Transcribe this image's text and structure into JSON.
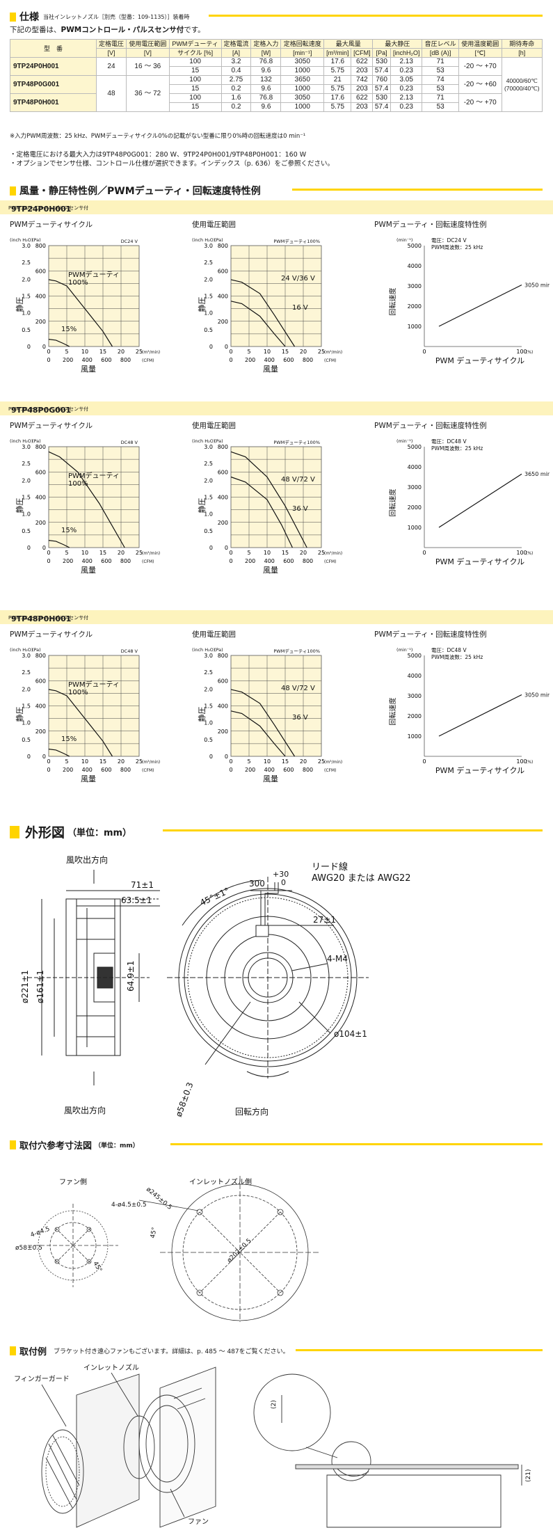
{
  "spec": {
    "title": "仕様",
    "subtitle": "当社インレットノズル［別売（型番：109-1135）］装着時",
    "intro_prefix": "下記の型番は、",
    "intro_highlight": "PWMコントロール・パルスセンサ付",
    "intro_suffix": "です。",
    "headers": {
      "model": "型　番",
      "rated_voltage": "定格電圧",
      "rated_voltage_unit": "[V]",
      "voltage_range": "使用電圧範囲",
      "voltage_range_unit": "[V]",
      "pwm_duty": "PWMデューティ",
      "pwm_duty_unit": "サイクル [%]",
      "current": "定格電流",
      "current_unit": "[A]",
      "input": "定格入力",
      "input_unit": "[W]",
      "speed": "定格回転速度",
      "speed_unit": "[min⁻¹]",
      "airflow": "最大風量",
      "airflow_unit1": "[m³/min]",
      "airflow_unit2": "[CFM]",
      "pressure": "最大静圧",
      "pressure_unit1": "[Pa]",
      "pressure_unit2": "[inchH₂O]",
      "noise": "音圧レベル",
      "noise_unit": "[dB (A)]",
      "temp": "使用温度範囲",
      "temp_unit": "[℃]",
      "life": "期待寿命",
      "life_unit": "[h]"
    },
    "rows": [
      {
        "model": "9TP24P0H001",
        "rated_voltage": "24",
        "voltage_range": "16 ～ 36",
        "temp": "-20 ～ +70",
        "sub": [
          {
            "duty": "100",
            "current": "3.2",
            "input": "76.8",
            "speed": "3050",
            "m3": "17.6",
            "cfm": "622",
            "pa": "530",
            "inch": "2.13",
            "db": "71"
          },
          {
            "duty": "15",
            "current": "0.4",
            "input": "9.6",
            "speed": "1000",
            "m3": "5.75",
            "cfm": "203",
            "pa": "57.4",
            "inch": "0.23",
            "db": "53"
          }
        ]
      },
      {
        "model": "9TP48P0G001",
        "rated_voltage": "48",
        "voltage_range": "36 ～ 72",
        "temp": "-20 ～ +60",
        "sub": [
          {
            "duty": "100",
            "current": "2.75",
            "input": "132",
            "speed": "3650",
            "m3": "21",
            "cfm": "742",
            "pa": "760",
            "inch": "3.05",
            "db": "74"
          },
          {
            "duty": "15",
            "current": "0.2",
            "input": "9.6",
            "speed": "1000",
            "m3": "5.75",
            "cfm": "203",
            "pa": "57.4",
            "inch": "0.23",
            "db": "53"
          }
        ]
      },
      {
        "model": "9TP48P0H001",
        "rated_voltage": "",
        "voltage_range": "",
        "temp": "-20 ～ +70",
        "sub": [
          {
            "duty": "100",
            "current": "1.6",
            "input": "76.8",
            "speed": "3050",
            "m3": "17.6",
            "cfm": "622",
            "pa": "530",
            "inch": "2.13",
            "db": "71"
          },
          {
            "duty": "15",
            "current": "0.2",
            "input": "9.6",
            "speed": "1000",
            "m3": "5.75",
            "cfm": "203",
            "pa": "57.4",
            "inch": "0.23",
            "db": "53"
          }
        ]
      }
    ],
    "life_line1": "40000/60℃",
    "life_line2": "(70000/40℃)",
    "footnote": "※入力PWM周波数：25 kHz、PWMデューティサイクル0%の記載がない型番に限り0%時の回転速度は0 min⁻¹",
    "note1": "・定格電圧における最大入力は9TP48P0G001：280 W、9TP24P0H001/9TP48P0H001：160 W",
    "note2": "・オプションでセンサ仕様、コントロール仕様が選択できます。インデックス（p. 636）をご参照ください。"
  },
  "curves": {
    "title": "風量・静圧特性例／PWMデューティ・回転速度特性例",
    "model_suffix": "PWMコントロール・パルスセンサ付",
    "col_label_pwm": "PWMデューティサイクル",
    "col_label_voltage": "使用電圧範囲",
    "col_label_speed": "PWMデューティ・回転速度特性例",
    "axis_static": "静圧",
    "axis_flow": "風量",
    "axis_speed": "回転速度",
    "axis_duty": "PWM デューティサイクル",
    "unit_inch": "(inch H₂O)",
    "unit_pa": "(Pa)",
    "unit_m3": "(m³/min)",
    "unit_cfm": "(CFM)",
    "unit_min": "(min⁻¹)",
    "unit_pct": "(%)",
    "label_pwm_duty": "PWMデューティ",
    "label_100": "100%",
    "label_15": "15%",
    "label_pwm_duty_100": "PWMデューティ100%",
    "pwm_freq": "PWM周波数：25 kHz",
    "sections": [
      {
        "model": "9TP24P0H001",
        "dc": "DC24 V",
        "volt_hi": "24 V/36 V",
        "volt_lo": "16 V",
        "voltage_text": "電圧：DC24 V",
        "speed_end": "3050 min⁻¹",
        "ylim_pa": 800,
        "ylim_inch": 3.0,
        "ylim_speed": 5000
      },
      {
        "model": "9TP48P0G001",
        "dc": "DC48 V",
        "volt_hi": "48 V/72 V",
        "volt_lo": "36 V",
        "voltage_text": "電圧：DC48 V",
        "speed_end": "3650 min⁻¹",
        "ylim_pa": 800,
        "ylim_inch": 3.0,
        "ylim_speed": 5000
      },
      {
        "model": "9TP48P0H001",
        "dc": "DC48 V",
        "volt_hi": "48 V/72 V",
        "volt_lo": "36 V",
        "voltage_text": "電圧：DC48 V",
        "speed_end": "3050 min⁻¹",
        "ylim_pa": 800,
        "ylim_inch": 3.0,
        "ylim_speed": 5000
      }
    ]
  },
  "chart_data": [
    {
      "type": "line",
      "title": "9TP24P0H001 PWMデューティサイクル",
      "xlabel": "風量",
      "ylabel": "静圧",
      "xlim": [
        0,
        25
      ],
      "ylim": [
        0,
        800
      ],
      "series": [
        {
          "name": "100%",
          "x": [
            0,
            2,
            5,
            10,
            15,
            17.6
          ],
          "values": [
            530,
            520,
            480,
            300,
            120,
            0
          ]
        },
        {
          "name": "15%",
          "x": [
            0,
            2,
            4,
            5.75
          ],
          "values": [
            57.4,
            50,
            25,
            0
          ]
        }
      ]
    },
    {
      "type": "line",
      "title": "9TP24P0H001 使用電圧範囲",
      "xlabel": "風量",
      "ylabel": "静圧",
      "xlim": [
        0,
        25
      ],
      "ylim": [
        0,
        800
      ],
      "series": [
        {
          "name": "24 V/36 V",
          "x": [
            0,
            3,
            8,
            12,
            17.6
          ],
          "values": [
            530,
            510,
            420,
            250,
            0
          ]
        },
        {
          "name": "16 V",
          "x": [
            0,
            3,
            8,
            12,
            15
          ],
          "values": [
            360,
            340,
            240,
            100,
            0
          ]
        }
      ]
    },
    {
      "type": "line",
      "title": "9TP24P0H001 PWMデューティ・回転速度特性例",
      "xlabel": "PWM デューティサイクル",
      "ylabel": "回転速度",
      "xlim": [
        0,
        100
      ],
      "ylim": [
        0,
        5000
      ],
      "series": [
        {
          "name": "",
          "x": [
            15,
            100
          ],
          "values": [
            1000,
            3050
          ]
        }
      ]
    },
    {
      "type": "line",
      "title": "9TP48P0G001 PWMデューティサイクル",
      "xlabel": "風量",
      "ylabel": "静圧",
      "xlim": [
        0,
        25
      ],
      "ylim": [
        0,
        800
      ],
      "series": [
        {
          "name": "100%",
          "x": [
            0,
            3,
            8,
            14,
            21
          ],
          "values": [
            760,
            720,
            600,
            350,
            0
          ]
        },
        {
          "name": "15%",
          "x": [
            0,
            2,
            4,
            5.75
          ],
          "values": [
            57.4,
            50,
            25,
            0
          ]
        }
      ]
    },
    {
      "type": "line",
      "title": "9TP48P0G001 使用電圧範囲",
      "xlabel": "風量",
      "ylabel": "静圧",
      "xlim": [
        0,
        25
      ],
      "ylim": [
        0,
        800
      ],
      "series": [
        {
          "name": "48 V/72 V",
          "x": [
            0,
            4,
            10,
            15,
            21
          ],
          "values": [
            760,
            720,
            560,
            330,
            0
          ]
        },
        {
          "name": "36 V",
          "x": [
            0,
            4,
            10,
            14,
            17
          ],
          "values": [
            560,
            520,
            380,
            180,
            0
          ]
        }
      ]
    },
    {
      "type": "line",
      "title": "9TP48P0G001 PWMデューティ・回転速度特性例",
      "xlabel": "PWM デューティサイクル",
      "ylabel": "回転速度",
      "xlim": [
        0,
        100
      ],
      "ylim": [
        0,
        5000
      ],
      "series": [
        {
          "name": "",
          "x": [
            15,
            100
          ],
          "values": [
            1000,
            3650
          ]
        }
      ]
    },
    {
      "type": "line",
      "title": "9TP48P0H001 PWMデューティサイクル",
      "xlabel": "風量",
      "ylabel": "静圧",
      "xlim": [
        0,
        25
      ],
      "ylim": [
        0,
        800
      ],
      "series": [
        {
          "name": "100%",
          "x": [
            0,
            2,
            5,
            10,
            15,
            17.6
          ],
          "values": [
            530,
            520,
            480,
            300,
            120,
            0
          ]
        },
        {
          "name": "15%",
          "x": [
            0,
            2,
            4,
            5.75
          ],
          "values": [
            57.4,
            50,
            25,
            0
          ]
        }
      ]
    },
    {
      "type": "line",
      "title": "9TP48P0H001 使用電圧範囲",
      "xlabel": "風量",
      "ylabel": "静圧",
      "xlim": [
        0,
        25
      ],
      "ylim": [
        0,
        800
      ],
      "series": [
        {
          "name": "48 V/72 V",
          "x": [
            0,
            3,
            8,
            12,
            17.6
          ],
          "values": [
            530,
            510,
            420,
            250,
            0
          ]
        },
        {
          "name": "36 V",
          "x": [
            0,
            3,
            8,
            12,
            15
          ],
          "values": [
            360,
            340,
            240,
            100,
            0
          ]
        }
      ]
    },
    {
      "type": "line",
      "title": "9TP48P0H001 PWMデューティ・回転速度特性例",
      "xlabel": "PWM デューティサイクル",
      "ylabel": "回転速度",
      "xlim": [
        0,
        100
      ],
      "ylim": [
        0,
        5000
      ],
      "series": [
        {
          "name": "",
          "x": [
            15,
            100
          ],
          "values": [
            1000,
            3050
          ]
        }
      ]
    }
  ],
  "outline": {
    "title": "外形図",
    "unit": "（単位：mm）",
    "air_in": "風吹出方向",
    "air_out": "風吹出方向",
    "lead": "リード線",
    "awg": "AWG20 または AWG22",
    "dim_71": "71±1",
    "dim_635": "63.5±1",
    "dim_649": "64.9±1",
    "dim_221": "ø221±1",
    "dim_161": "ø161±1",
    "dim_45": "45°±1°",
    "dim_300": "300",
    "dim_plus30": "+30",
    "dim_zero": "0",
    "dim_27": "27±1",
    "dim_m4": "4-M4",
    "dim_104": "ø104±1",
    "dim_58": "ø58±0.3",
    "rotation": "回転方向"
  },
  "mount": {
    "title": "取付穴参考寸法図",
    "unit": "（単位：mm）",
    "fan_side": "ファン側",
    "nozzle_side": "インレットノズル側",
    "d_45": "4-ø4.5",
    "d_58": "ø58±0.5",
    "d_45deg": "45°",
    "d_245": "ø245±0.5",
    "d_4545": "4-ø4.5±0.5",
    "d_202": "ø202±0.5",
    "d_45deg2": "45°"
  },
  "example": {
    "title": "取付例",
    "note": "ブラケット付き遠心ファンもございます。詳細は、p. 485 ～ 487をご覧ください。",
    "finger_guard": "フィンガーガード",
    "inlet_nozzle": "インレットノズル",
    "fan": "ファン",
    "dim_2": "(2)",
    "dim_21": "(21)"
  }
}
